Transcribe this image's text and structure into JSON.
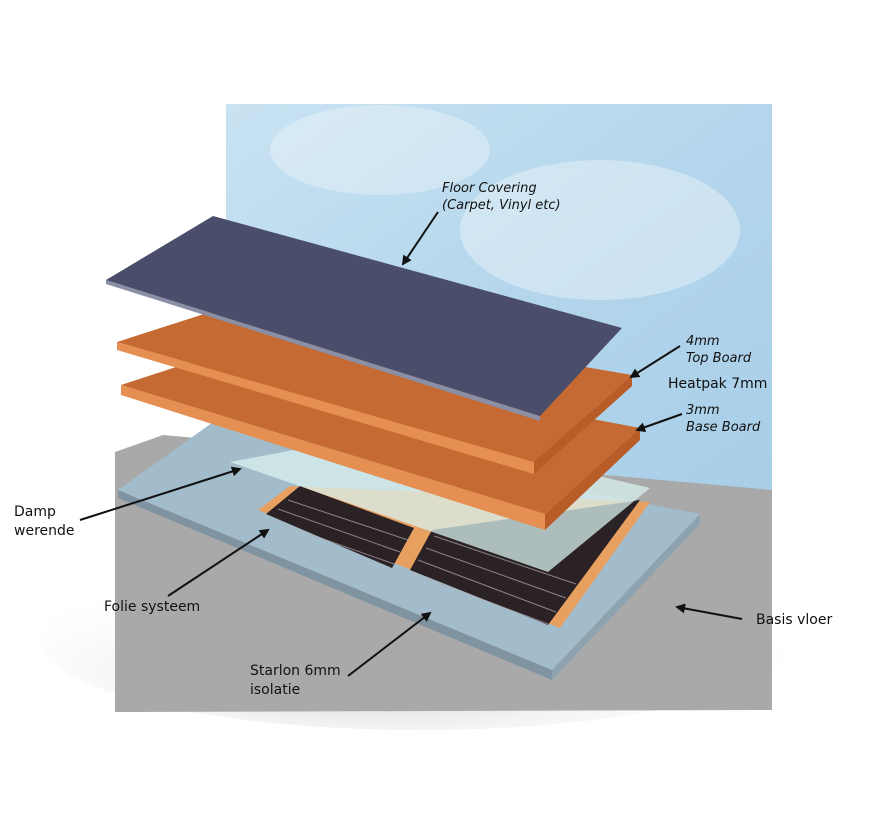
{
  "labels": {
    "floor_covering": {
      "line1": "Floor Covering",
      "line2": "(Carpet, Vinyl etc)"
    },
    "top_board": {
      "line1": "4mm",
      "line2": "Top Board"
    },
    "heatpak": {
      "text": "Heatpak 7mm"
    },
    "base_board": {
      "line1": "3mm",
      "line2": "Base Board"
    },
    "damp": {
      "line1": "Damp",
      "line2": "werende"
    },
    "folie": {
      "text": "Folie systeem"
    },
    "starlon": {
      "line1": "Starlon 6mm",
      "line2": "isolatie"
    },
    "basis": {
      "text": "Basis vloer"
    }
  },
  "colors": {
    "wall": "#bcdcef",
    "floor_base": "#a8a8a8",
    "insulation": "#9fb8c6",
    "heating_film": "#2a2224",
    "copper_strip": "#e8a060",
    "vapour_sheet": "#d9f1ef",
    "board": "#c46a32",
    "board_edge": "#e58f52",
    "floor_covering": "#4a4e6a"
  }
}
